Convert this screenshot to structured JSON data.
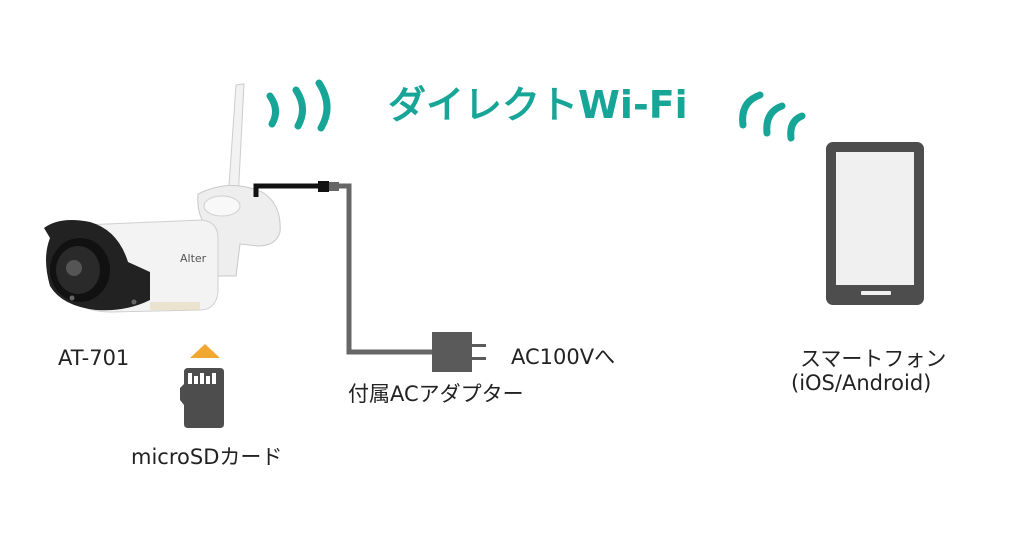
{
  "title": "ダイレクトWi-Fi",
  "camera": {
    "model_label": "AT-701",
    "brand_mark": "Alter"
  },
  "sd_card": {
    "label": "microSDカード"
  },
  "adapter": {
    "label": "付属ACアダプター",
    "outlet_label": "AC100Vへ"
  },
  "phone": {
    "label_line1": "スマートフォン",
    "label_line2": "(iOS/Android)"
  },
  "colors": {
    "accent_teal": "#16a596",
    "arrow_orange": "#f0a830",
    "icon_gray": "#4d4d4d",
    "cable_gray": "#666666"
  }
}
